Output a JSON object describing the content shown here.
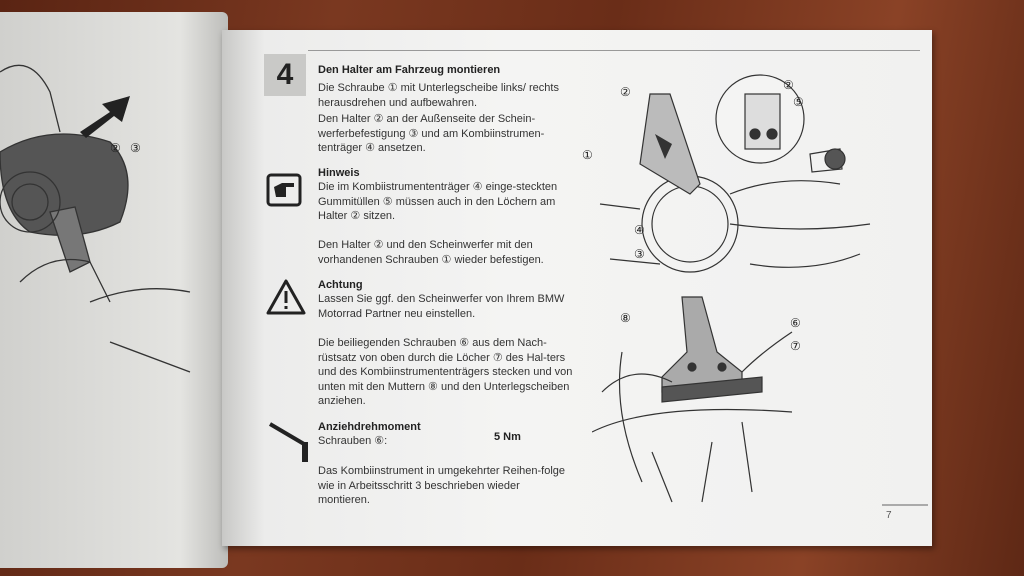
{
  "step": {
    "number": "4",
    "title": "Den Halter am Fahrzeug montieren",
    "p1": "Die Schraube ① mit Unterlegscheibe links/ rechts herausdrehen und aufbewahren.",
    "p2": "Den Halter ② an der Außenseite der Schein-werferbefestigung ③ und am Kombiinstrumen-tenträger ④ ansetzen."
  },
  "hinweis": {
    "title": "Hinweis",
    "text": "Die im Kombiistrumententräger ④ einge-steckten Gummitüllen ⑤ müssen auch in den Löchern am Halter ② sitzen."
  },
  "p3": "Den Halter ② und den Scheinwerfer mit den vorhandenen Schrauben ① wieder befestigen.",
  "achtung": {
    "title": "Achtung",
    "text": "Lassen Sie ggf. den Scheinwerfer von Ihrem BMW Motorrad Partner neu einstellen."
  },
  "p4": "Die beiliegenden Schrauben ⑥ aus dem Nach-rüstsatz von oben durch die Löcher ⑦ des Hal-ters und des Kombiinstrumententrägers stecken und von unten mit den Muttern ⑧ und den Unterlegscheiben anziehen.",
  "torque": {
    "title": "Anziehdrehmoment",
    "label": "Schrauben ⑥:",
    "value": "5 Nm"
  },
  "p5": "Das Kombiinstrument in umgekehrter Reihen-folge wie in Arbeitsschritt 3 beschrieben wieder montieren.",
  "labels": {
    "top": [
      "②",
      "②",
      "⑤",
      "①",
      "④",
      "③"
    ],
    "bottom": [
      "⑧",
      "⑥",
      "⑦"
    ],
    "left": [
      "②",
      "③"
    ]
  },
  "page_number": "7"
}
